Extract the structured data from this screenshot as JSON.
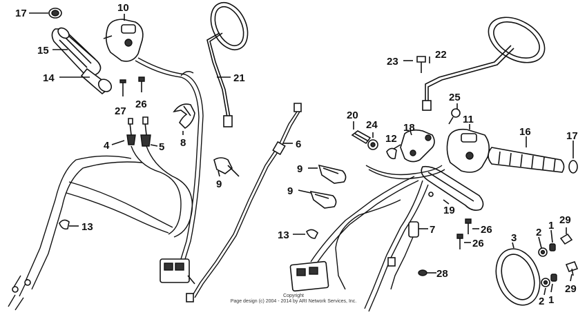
{
  "callouts": [
    {
      "id": "17a",
      "text": "17"
    },
    {
      "id": "15",
      "text": "15"
    },
    {
      "id": "14",
      "text": "14"
    },
    {
      "id": "10",
      "text": "10"
    },
    {
      "id": "27",
      "text": "27"
    },
    {
      "id": "26a",
      "text": "26"
    },
    {
      "id": "21",
      "text": "21"
    },
    {
      "id": "8",
      "text": "8"
    },
    {
      "id": "4",
      "text": "4"
    },
    {
      "id": "5",
      "text": "5"
    },
    {
      "id": "6",
      "text": "6"
    },
    {
      "id": "9a",
      "text": "9"
    },
    {
      "id": "13a",
      "text": "13"
    },
    {
      "id": "23",
      "text": "23"
    },
    {
      "id": "22",
      "text": "22"
    },
    {
      "id": "25",
      "text": "25"
    },
    {
      "id": "20",
      "text": "20"
    },
    {
      "id": "24",
      "text": "24"
    },
    {
      "id": "12",
      "text": "12"
    },
    {
      "id": "18",
      "text": "18"
    },
    {
      "id": "11",
      "text": "11"
    },
    {
      "id": "16",
      "text": "16"
    },
    {
      "id": "17b",
      "text": "17"
    },
    {
      "id": "9b",
      "text": "9"
    },
    {
      "id": "9c",
      "text": "9"
    },
    {
      "id": "19",
      "text": "19"
    },
    {
      "id": "13b",
      "text": "13"
    },
    {
      "id": "7",
      "text": "7"
    },
    {
      "id": "26b",
      "text": "26"
    },
    {
      "id": "26c",
      "text": "26"
    },
    {
      "id": "28",
      "text": "28"
    },
    {
      "id": "3",
      "text": "3"
    },
    {
      "id": "2a",
      "text": "2"
    },
    {
      "id": "1a",
      "text": "1"
    },
    {
      "id": "29a",
      "text": "29"
    },
    {
      "id": "1b",
      "text": "1"
    },
    {
      "id": "2b",
      "text": "2"
    },
    {
      "id": "29b",
      "text": "29"
    }
  ],
  "copyright": {
    "line1": "Copyright",
    "line2": "Page design (c) 2004 - 2014 by ARI Network Services, Inc."
  }
}
